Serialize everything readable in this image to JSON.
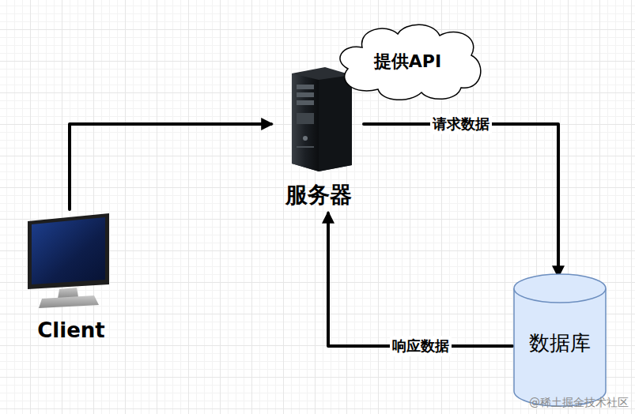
{
  "diagram": {
    "nodes": [
      {
        "text": [
          "Client"
        ]
      },
      {
        "text": [
          "服务器"
        ]
      },
      {
        "text": [
          "提供API"
        ]
      },
      {
        "text": [
          "数据库"
        ]
      }
    ],
    "edges": [
      {
        "from": 0,
        "to": 1,
        "arrow": "to"
      },
      {
        "from": 1,
        "to": 3,
        "label": "请求数据",
        "arrow": "to"
      },
      {
        "from": 3,
        "to": 1,
        "label": "响应数据",
        "arrow": "to"
      }
    ],
    "labels": [
      "@稀土掘金技术社区"
    ]
  }
}
